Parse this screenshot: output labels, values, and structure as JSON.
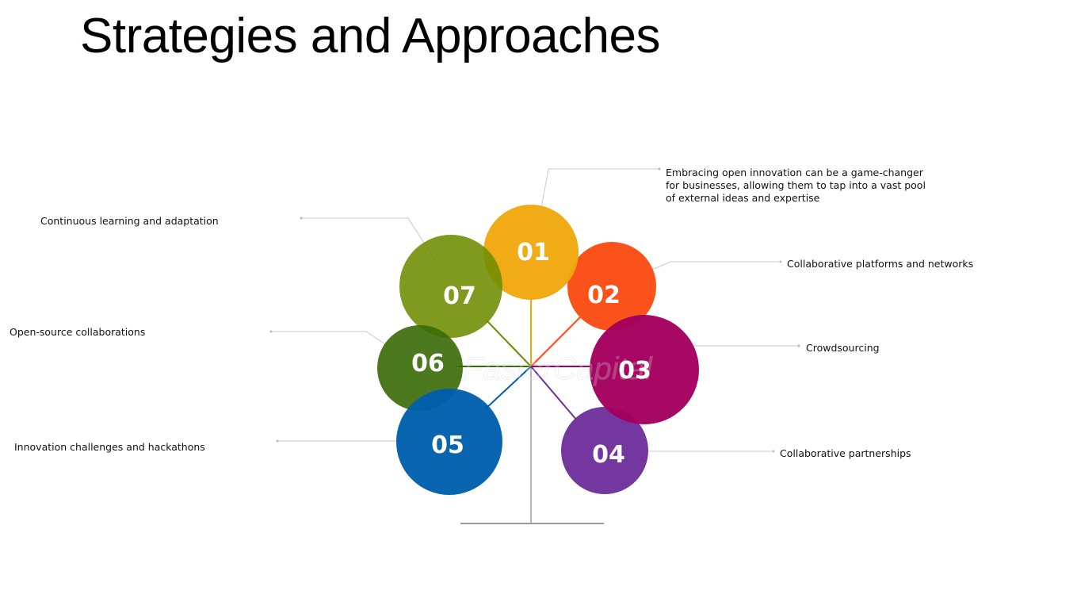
{
  "title": "Strategies and Approaches",
  "watermark": "FasterCapital",
  "items": [
    {
      "number": "01",
      "label": "Embracing open innovation can be a game-changer for businesses, allowing them to tap into a vast pool of external ideas and expertise",
      "color": "#EFA80F"
    },
    {
      "number": "02",
      "label": "Collaborative platforms and networks",
      "color": "#FB4C14"
    },
    {
      "number": "03",
      "label": "Crowdsourcing",
      "color": "#A4005F"
    },
    {
      "number": "04",
      "label": "Collaborative partnerships",
      "color": "#6F2F9C"
    },
    {
      "number": "05",
      "label": "Innovation challenges and hackathons",
      "color": "#005FAE"
    },
    {
      "number": "06",
      "label": "Open-source collaborations",
      "color": "#3A6A06"
    },
    {
      "number": "07",
      "label": "Continuous learning and adaptation",
      "color": "#6E8C00"
    }
  ]
}
